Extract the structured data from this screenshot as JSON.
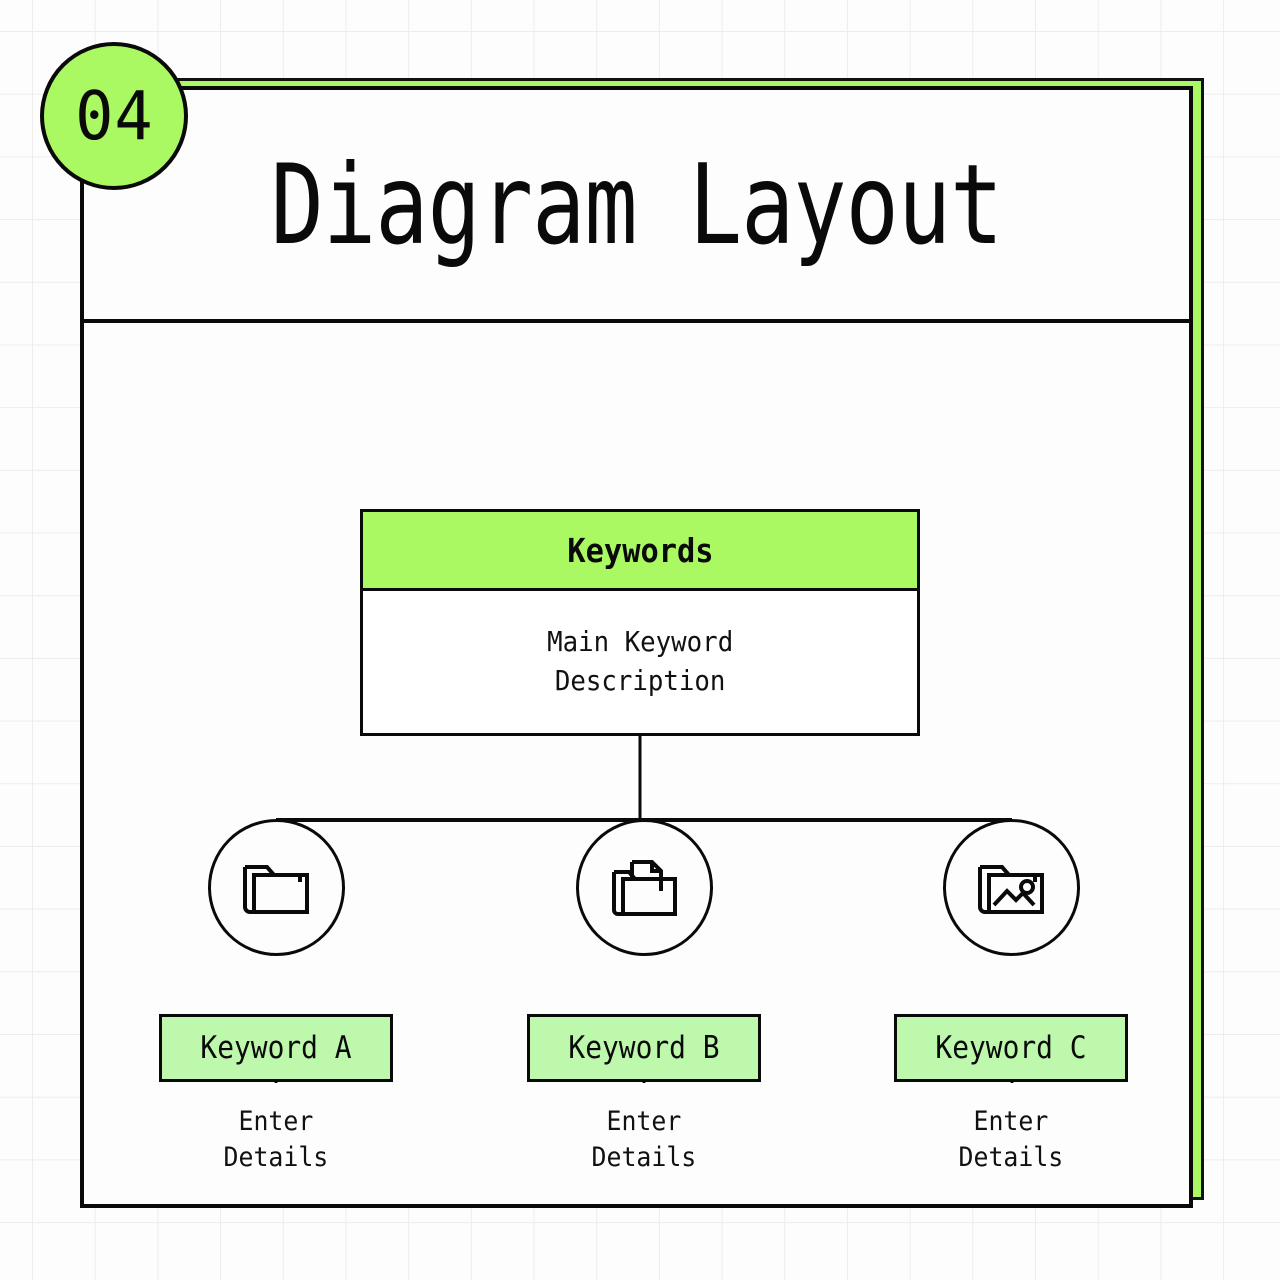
{
  "slide": {
    "badge_number": "04",
    "title": "Diagram Layout",
    "accent_color": "#aaf862",
    "secondary_color": "#bdf8ac",
    "line_color": "#0a0a0a",
    "background_color": "#fdfdfd"
  },
  "diagram": {
    "type": "tree",
    "root": {
      "header_label": "Keywords",
      "body_text": "Main Keyword\nDescription"
    },
    "children": [
      {
        "icon": "folder-open-icon",
        "label": "Keyword A",
        "detail": "Enter\nDetails"
      },
      {
        "icon": "folder-document-icon",
        "label": "Keyword B",
        "detail": "Enter\nDetails"
      },
      {
        "icon": "folder-image-icon",
        "label": "Keyword C",
        "detail": "Enter\nDetails"
      }
    ]
  }
}
